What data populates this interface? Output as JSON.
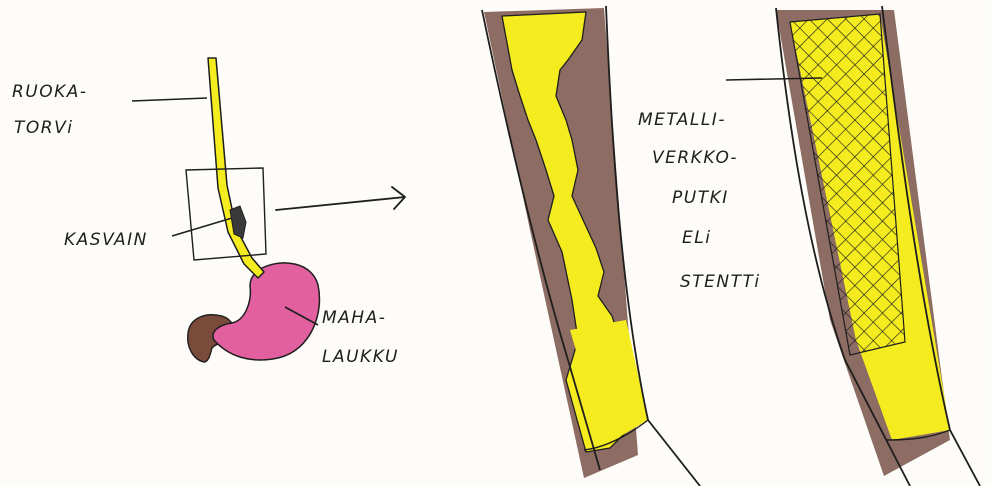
{
  "labels": {
    "esophagus_line1": "RUOKA-",
    "esophagus_line2": "TORVi",
    "tumor": "KASVAIN",
    "stomach_line1": "MAHA-",
    "stomach_line2": "LAUKKU",
    "stent_line1": "METALLI-",
    "stent_line2": "VERKKO-",
    "stent_line3": "PUTKI",
    "stent_line4": "ELi",
    "stent_line5": "STENTTi"
  },
  "colors": {
    "esophagus_lumen": "#f4ec1e",
    "esophagus_wall": "#8d6d63",
    "stomach": "#e2609f",
    "duodenum": "#7a4b3a",
    "ink": "#1e1e1e",
    "mesh": "#1e1e1e"
  }
}
